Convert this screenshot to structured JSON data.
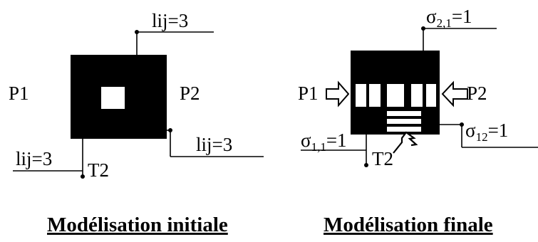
{
  "left_panel": {
    "caption": "Modélisation initiale",
    "label_p1": "P1",
    "label_p2": "P2",
    "label_t2": "T2",
    "lij_top": "lij=3",
    "lij_right": "lij=3",
    "lij_left": "lij=3"
  },
  "right_panel": {
    "caption": "Modélisation finale",
    "label_p1": "P1",
    "label_p2": "P2",
    "label_t2": "T2",
    "sigma_top": {
      "sym": "σ",
      "sub": "2,1",
      "value": "=1"
    },
    "sigma_right": {
      "sym": "σ",
      "sub": "12",
      "value": "=1"
    },
    "sigma_left": {
      "sym": "σ",
      "sub": "1,1",
      "value": "=1"
    }
  },
  "colors": {
    "ink": "#000000",
    "paper": "#ffffff"
  }
}
